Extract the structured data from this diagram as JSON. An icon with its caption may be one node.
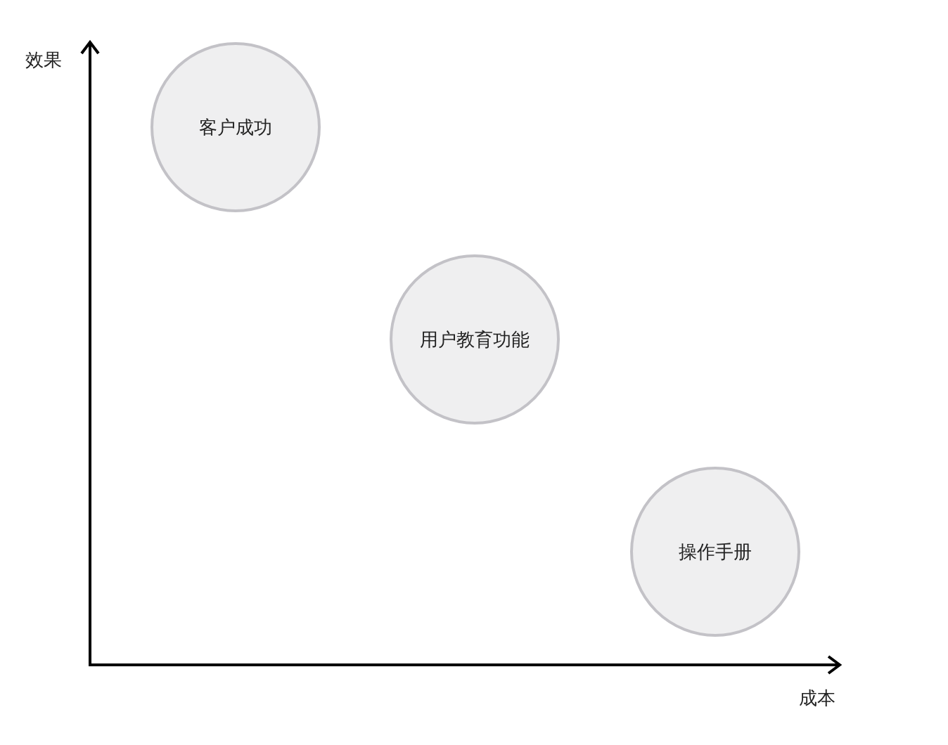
{
  "diagram": {
    "nodes": [
      {
        "text": [
          "客户成功"
        ]
      },
      {
        "text": [
          "用户教育功能"
        ]
      },
      {
        "text": [
          "操作手册"
        ]
      }
    ],
    "labels": [
      "效果",
      "成本"
    ]
  }
}
